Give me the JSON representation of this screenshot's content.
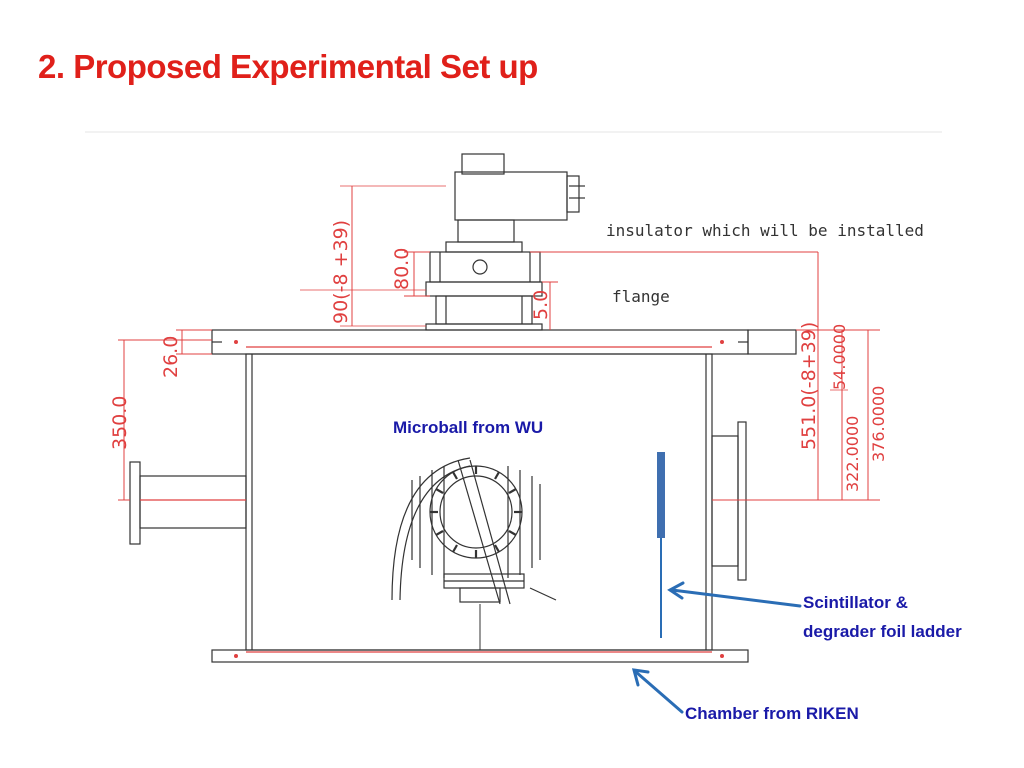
{
  "slide": {
    "title": "2. Proposed Experimental Set up"
  },
  "drawing": {
    "annotation_insulator": "insulator which will be installed",
    "annotation_flange": "flange",
    "dim_90": "90(-8 +39)",
    "dim_80": "80.0",
    "dim_5": "5.0",
    "dim_26": "26.0",
    "dim_350": "350.0",
    "dim_551": "551.0(-8+39)",
    "dim_54": "54.0000",
    "dim_322": "322.0000",
    "dim_376": "376.0000"
  },
  "labels": {
    "microball": "Microball from WU",
    "scintillator_line1": "Scintillator  &",
    "scintillator_line2": "degrader foil ladder",
    "chamber": "Chamber from RIKEN"
  },
  "colors": {
    "title": "#e0201a",
    "label_blue": "#1a1aa8",
    "arrow_blue": "#2a6db5",
    "dimension_red": "#e04040",
    "drawing_line": "#333333",
    "scintillator_bar": "#3f6fb0"
  }
}
